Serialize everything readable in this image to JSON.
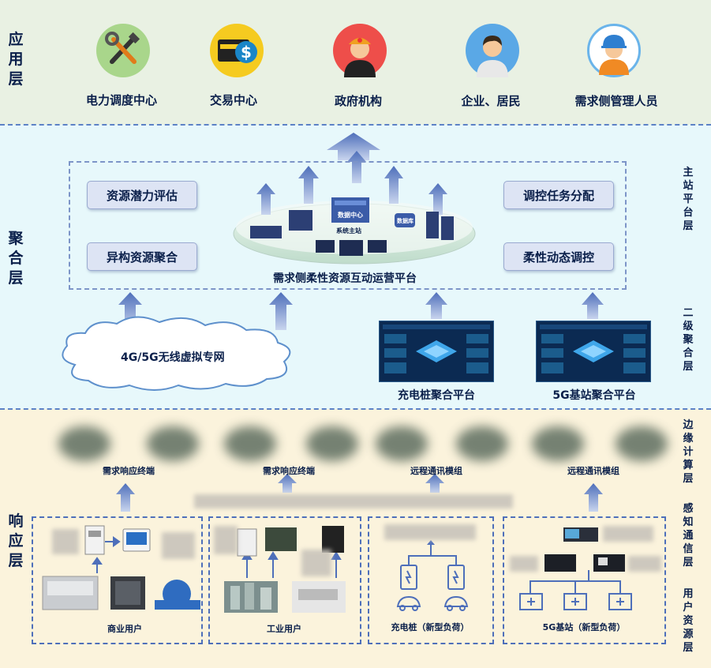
{
  "layers": {
    "application": "应用层",
    "aggregation": "聚合层",
    "response": "响应层"
  },
  "side_labels": {
    "main_station": "主站平台层",
    "secondary": "二级聚合层",
    "edge": "边缘计算层",
    "sensing": "感知通信层",
    "user_resource": "用户资源层"
  },
  "applications": [
    {
      "label": "电力调度中心",
      "icon": "tools-icon"
    },
    {
      "label": "交易中心",
      "icon": "dollar-card-icon"
    },
    {
      "label": "政府机构",
      "icon": "official-icon"
    },
    {
      "label": "企业、居民",
      "icon": "person-icon"
    },
    {
      "label": "需求侧管理人员",
      "icon": "worker-icon"
    }
  ],
  "platform": {
    "title": "需求侧柔性资源互动运营平台",
    "functions": [
      "资源潜力评估",
      "异构资源聚合",
      "调控任务分配",
      "柔性动态调控"
    ],
    "center_text": "数据中心",
    "center_text2": "系统主站",
    "center_text3": "数据库"
  },
  "network": {
    "label": "4G/5G无线虚拟专网"
  },
  "sub_platforms": [
    "充电桩聚合平台",
    "5G基站聚合平台"
  ],
  "terminals": [
    "需求响应终端",
    "需求响应终端",
    "远程通讯模组",
    "远程通讯模组"
  ],
  "users": [
    "商业用户",
    "工业用户",
    "充电桩（新型负荷）",
    "5G基站（新型负荷）"
  ],
  "colors": {
    "app_band": "#e9f1e3",
    "agg_band": "#e7f8fb",
    "resp_band": "#fbf3dc",
    "arrow": "#5a79bd",
    "dash": "#5c82c6"
  }
}
